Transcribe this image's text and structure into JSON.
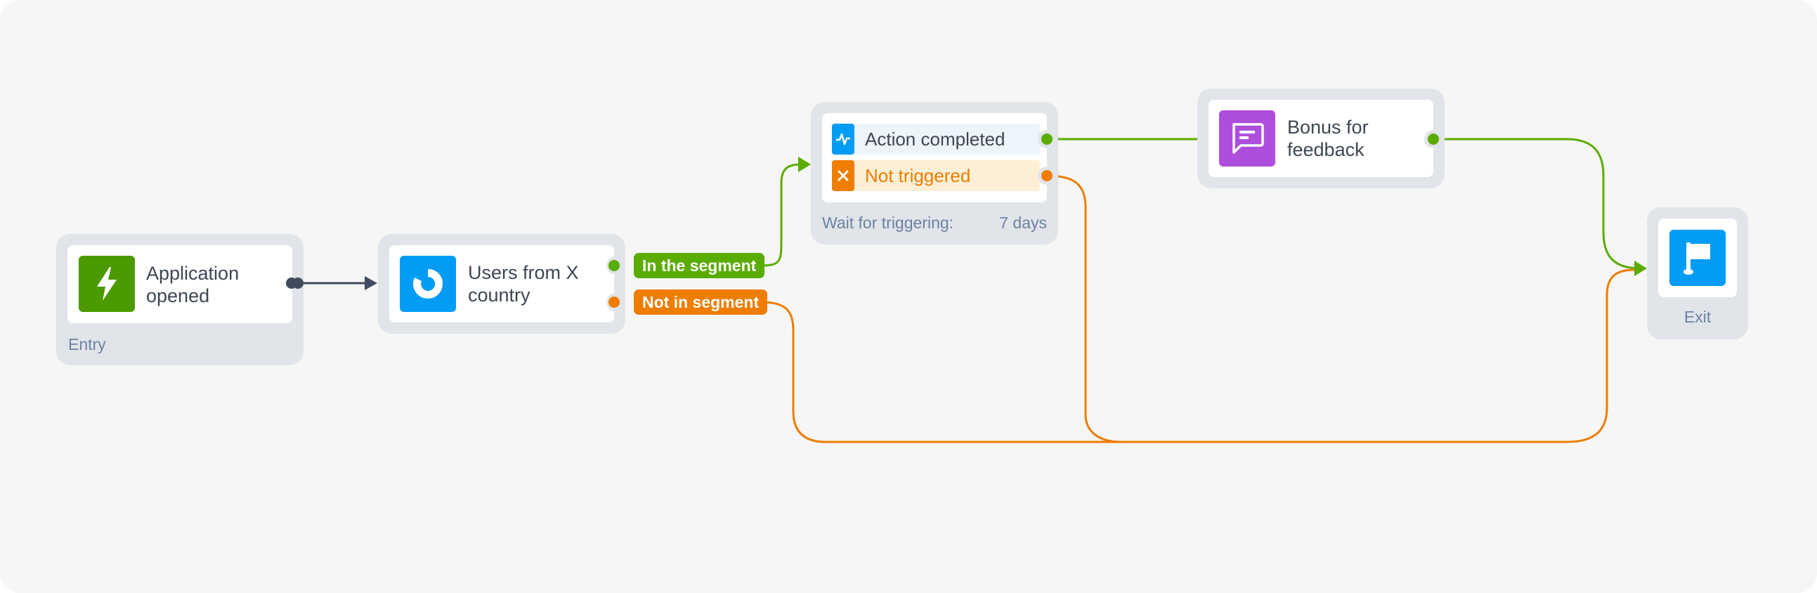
{
  "colors": {
    "green": "#5aac00",
    "orange": "#ee7d00",
    "blue": "#039cf5",
    "purple": "#ae4edd",
    "entry_green": "#4b9a00",
    "connector": "#404b5e"
  },
  "nodes": {
    "entry": {
      "title": "Application\nopened",
      "caption": "Entry",
      "icon": "lightning-icon"
    },
    "segment": {
      "title": "Users from X\ncountry",
      "icon": "pie-chart-icon",
      "branch_yes": "In the segment",
      "branch_no": "Not in segment"
    },
    "wait": {
      "option_yes": "Action completed",
      "option_yes_icon": "activity-icon",
      "option_no": "Not triggered",
      "option_no_icon": "close-icon",
      "caption": "Wait for triggering:",
      "duration": "7 days"
    },
    "bonus": {
      "title": "Bonus for\nfeedback",
      "icon": "message-icon"
    },
    "exit": {
      "caption": "Exit",
      "icon": "flag-icon"
    }
  }
}
